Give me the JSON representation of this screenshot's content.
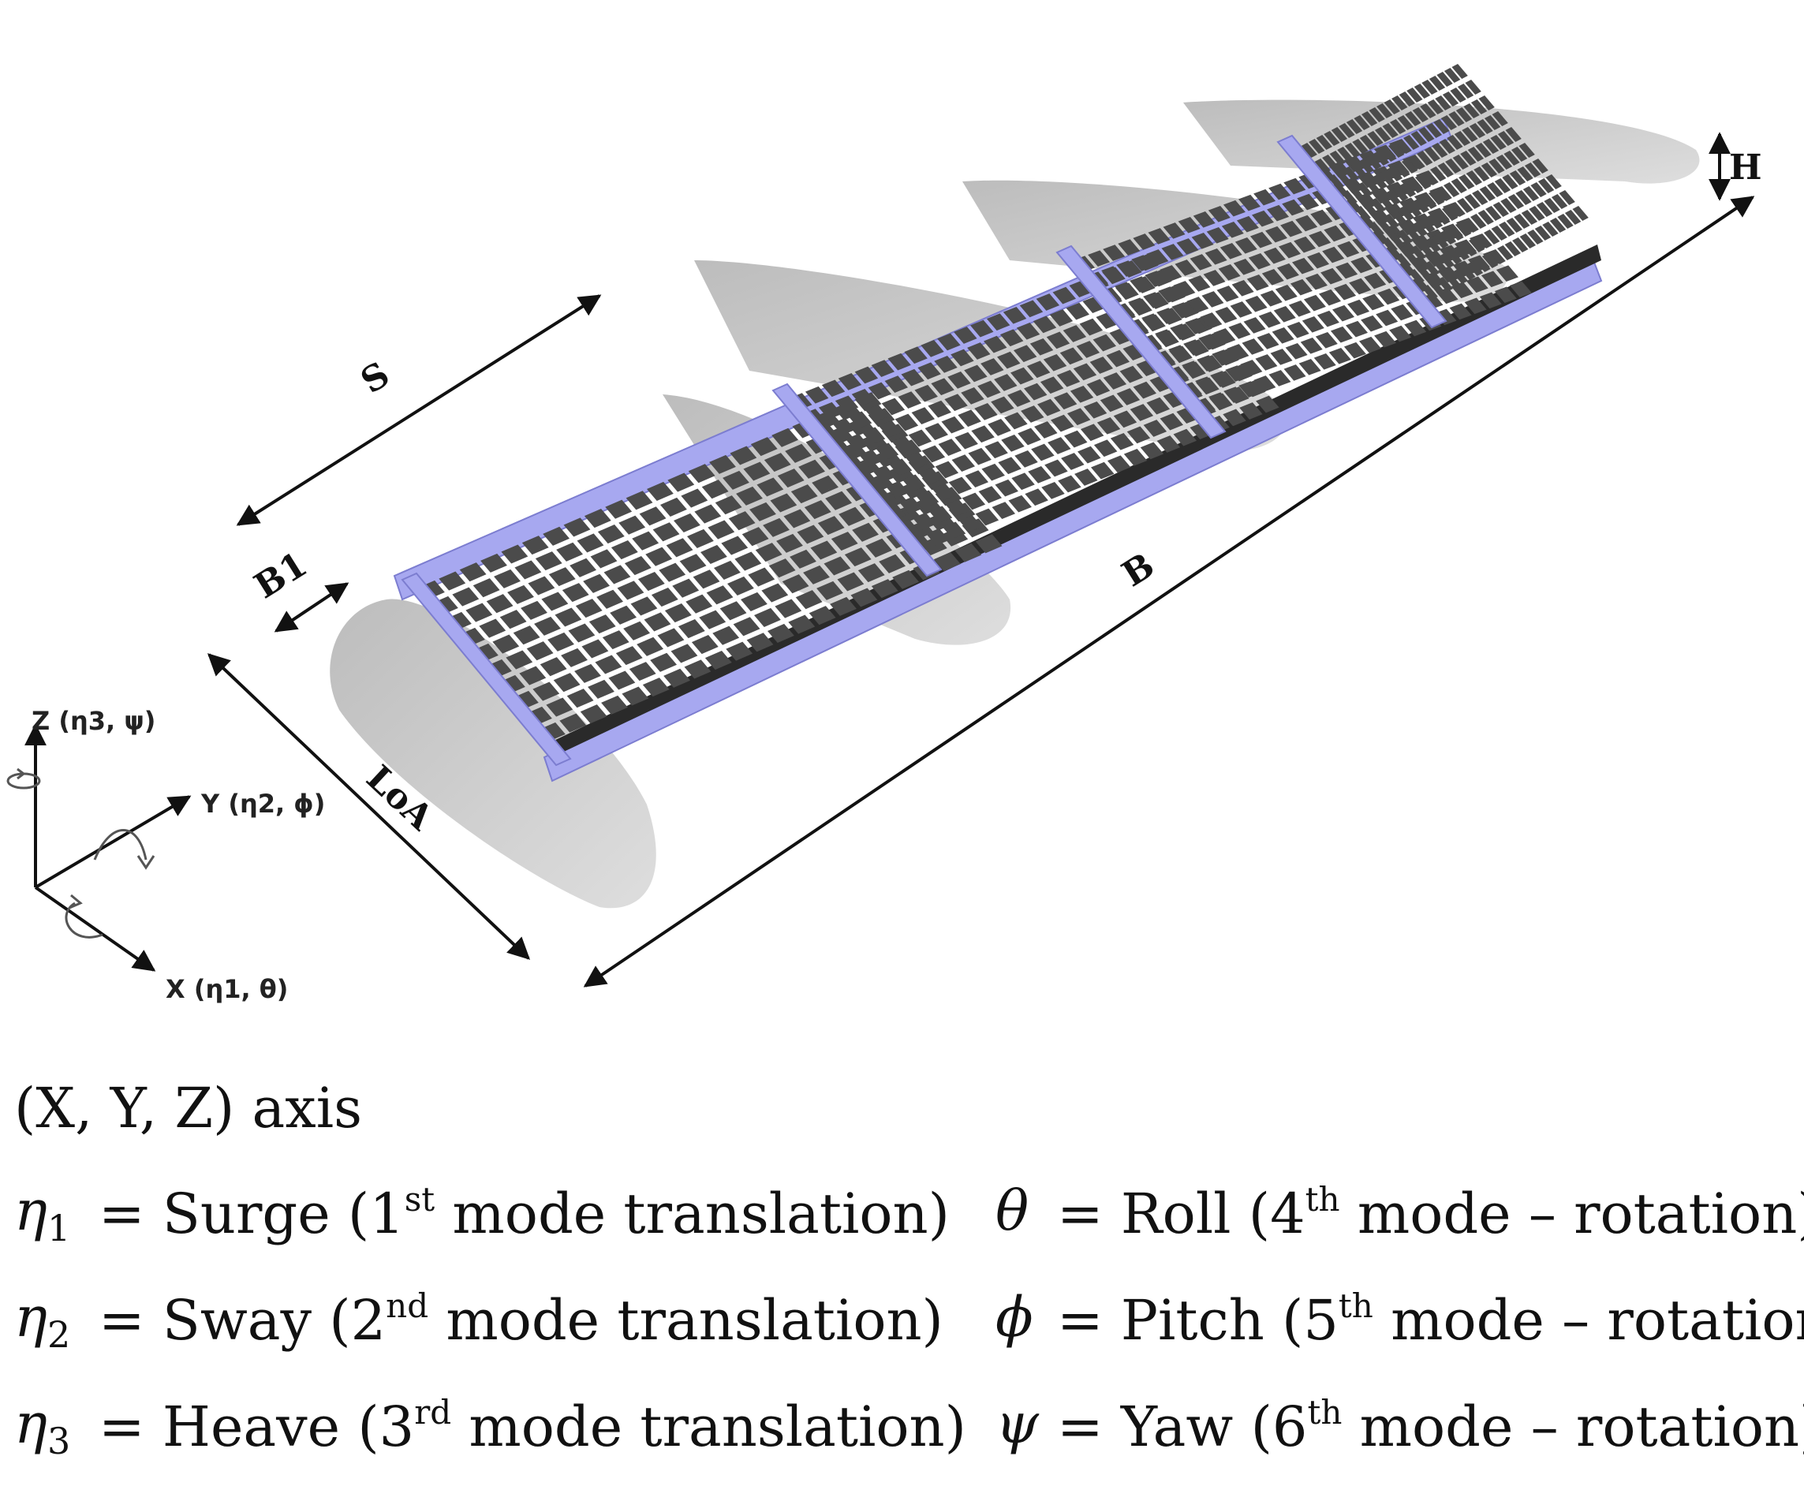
{
  "figure": {
    "dimensions": {
      "S": "S",
      "B1": "B1",
      "B": "B",
      "H": "H",
      "LoA": "LoA"
    },
    "axes": {
      "z": "Z (η3, ψ)",
      "y": "Y (η2, ϕ)",
      "x": "X (η1, θ)"
    },
    "colors": {
      "frame": "#a7a8f0",
      "panel": "#4b4b4b",
      "hull": "#c9c9c9"
    }
  },
  "legend": {
    "title": "(X, Y, Z) axis",
    "rows": [
      {
        "left_symbol": "η",
        "left_sub": "1",
        "left_pre": "= Surge (1",
        "left_sup": "st",
        "left_post": " mode translation)",
        "right_symbol": "θ",
        "right_pre": "= Roll (4",
        "right_sup": "th",
        "right_post": " mode – rotation)"
      },
      {
        "left_symbol": "η",
        "left_sub": "2",
        "left_pre": "= Sway (2",
        "left_sup": "nd",
        "left_post": " mode translation)",
        "right_symbol": "ϕ",
        "right_pre": "= Pitch (5",
        "right_sup": "th",
        "right_post": " mode – rotation)"
      },
      {
        "left_symbol": "η",
        "left_sub": "3",
        "left_pre": "= Heave (3",
        "left_sup": "rd",
        "left_post": " mode translation)",
        "right_symbol": "ψ",
        "right_pre": "= Yaw (6",
        "right_sup": "th",
        "right_post": " mode – rotation)"
      }
    ]
  }
}
